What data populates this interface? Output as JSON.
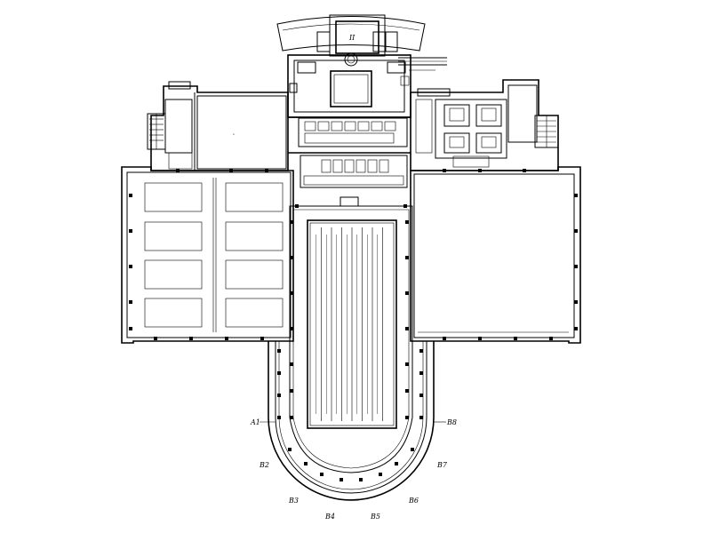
{
  "drawing": {
    "monogram": "II",
    "lane_count": 8
  },
  "grid_labels": [
    {
      "id": "a1",
      "text": "A1"
    },
    {
      "id": "b2",
      "text": "B2"
    },
    {
      "id": "b3",
      "text": "B3"
    },
    {
      "id": "b4",
      "text": "B4"
    },
    {
      "id": "b5",
      "text": "B5"
    },
    {
      "id": "b6",
      "text": "B6"
    },
    {
      "id": "b7",
      "text": "B7"
    },
    {
      "id": "b8",
      "text": "B8"
    }
  ]
}
